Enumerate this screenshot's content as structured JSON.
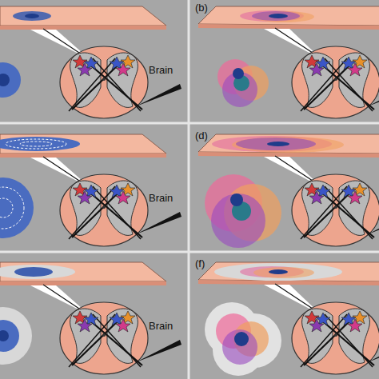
{
  "diagram": {
    "labels": [
      "(b)",
      "Brain",
      "(d)",
      "Brain",
      "(f)",
      "Brain"
    ]
  }
}
